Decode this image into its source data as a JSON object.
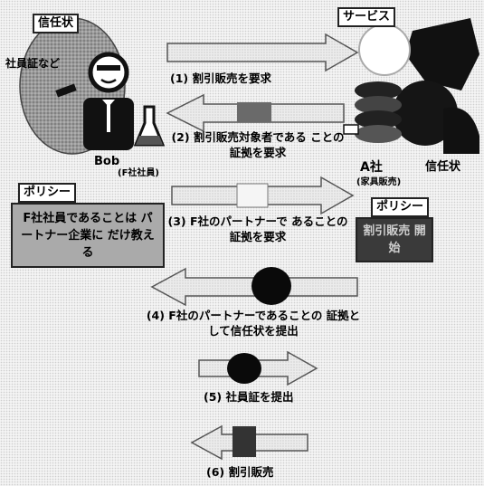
{
  "bob": {
    "tag": "信任状",
    "id_card": "社員証など",
    "name": "Bob",
    "role": "(F社社員)"
  },
  "service": {
    "tag": "サービス",
    "company": "A社",
    "company_sub": "(家具販売)",
    "credential": "信任状"
  },
  "policy_left": {
    "tag": "ポリシー",
    "text": "F社社員であることは パートナー企業に だけ教える"
  },
  "policy_right": {
    "tag": "ポリシー",
    "text": "割引販売 開始"
  },
  "steps": [
    {
      "label": "(1) 割引販売を要求"
    },
    {
      "label": "(2) 割引販売対象者である ことの証拠を要求"
    },
    {
      "label": "(3) F社のパートナーで あることの証拠を要求"
    },
    {
      "label": "(4) F社のパートナーであることの 証拠として信任状を提出"
    },
    {
      "label": "(5) 社員証を提出"
    },
    {
      "label": "(6) 割引販売"
    }
  ],
  "colors": {
    "left_oval": "#8c8c8c",
    "policy_left_box": "#aaaaaa",
    "policy_right_box": "#3a3a3a",
    "arrow_fill": "#e8e8e8",
    "token": "#0a0a0a"
  }
}
